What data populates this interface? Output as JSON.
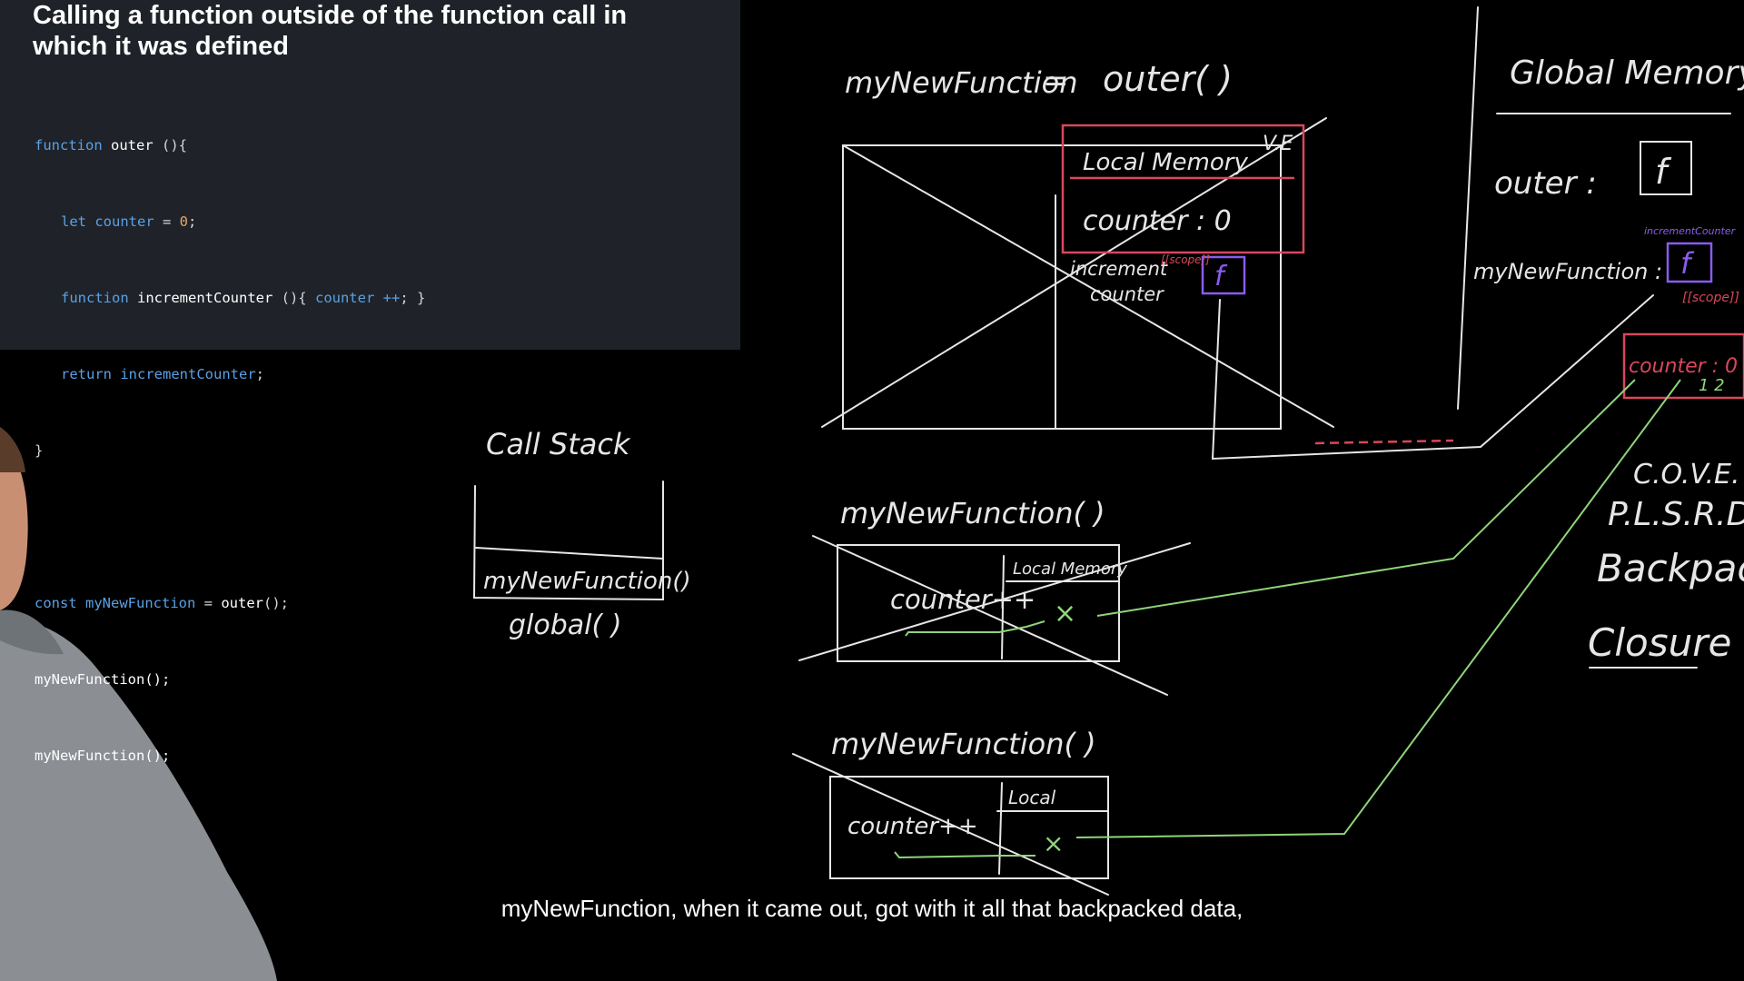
{
  "slide": {
    "title": "Calling a function outside of the function call in which it was defined",
    "code": {
      "line1": {
        "kw": "function",
        "name": "outer",
        "rest": " (){"
      },
      "line2": {
        "kw": "let",
        "name": "counter",
        "op": " = ",
        "num": "0",
        "end": ";"
      },
      "line3": {
        "kw": "function",
        "name": "incrementCounter",
        "mid": " (){ ",
        "var": "counter",
        "op": " ++",
        "end": "; }"
      },
      "line4": {
        "kw": "return",
        "name": "incrementCounter",
        "end": ";"
      },
      "line5": "}",
      "line7": {
        "kw": "const",
        "name": "myNewFunction",
        "op": " = ",
        "call": "outer",
        "end": "();"
      },
      "line8": "myNewFunction();",
      "line9": "myNewFunction();"
    }
  },
  "whiteboard": {
    "assignment": {
      "left": "myNewFunction",
      "eq": "=",
      "right": "outer( )"
    },
    "ve_label": "V.E",
    "local_memory": "Local Memory",
    "counter_entry": "counter : 0",
    "increment_key1": "increment",
    "increment_key2": "counter",
    "scope_tag": "[[scope]]",
    "f_label": "f",
    "call_stack_title": "Call Stack",
    "call_stack_frame": "myNewFunction()",
    "call_stack_global": "global( )",
    "call1_label": "myNewFunction( )",
    "call1_local": "Local Memory",
    "call1_body": "counter++",
    "call2_label": "myNewFunction( )",
    "call2_local": "Local",
    "call2_body": "counter++",
    "x_mark": "×",
    "global_memory_title": "Global Memory",
    "global_outer_key": "outer :",
    "global_mynewfn_key": "myNewFunction :",
    "incrementcounter_small": "incrementCounter",
    "scope_small": "[[scope]]",
    "backpack_counter": "counter : 0",
    "backpack_counter_update": "1 2",
    "cove": "C.O.V.E.",
    "plsrd": "P.L.S.R.D",
    "backpack": "Backpack",
    "closure": "Closure"
  },
  "caption": "myNewFunction, when it came out, got with it all that backpacked data,",
  "colors": {
    "chalk": "#e6e6e6",
    "red": "#d9475c",
    "purple": "#8a5cf0",
    "green": "#8fd47a",
    "panel": "#1f2329",
    "keyword": "#5aa0e6"
  }
}
